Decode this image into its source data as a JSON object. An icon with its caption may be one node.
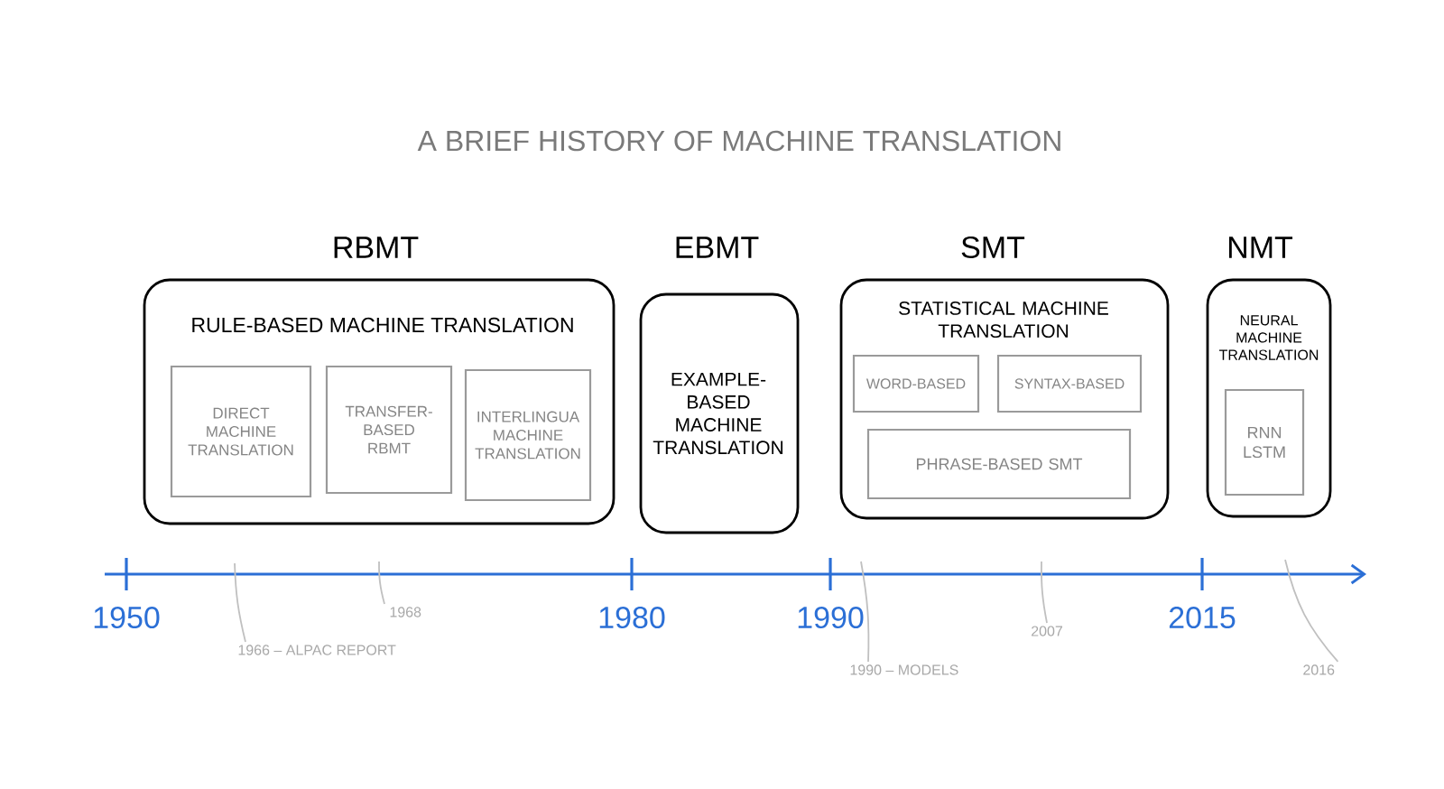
{
  "diagram": {
    "title": "A BRIEF HISTORY OF MACHINE TRANSLATION",
    "nodes": [
      {
        "text": [
          "RBMT",
          "RULE-BASED MACHINE TRANSLATION"
        ]
      },
      {
        "text": [
          "DIRECT MACHINE TRANSLATION"
        ],
        "in": 0
      },
      {
        "text": [
          "TRANSFER-BASED RBMT"
        ],
        "in": 0
      },
      {
        "text": [
          "INTERLINGUA MACHINE TRANSLATION"
        ],
        "in": 0
      },
      {
        "text": [
          "EBMT",
          "EXAMPLE-BASED MACHINE TRANSLATION"
        ]
      },
      {
        "text": [
          "SMT",
          "STATISTICAL MACHINE TRANSLATION"
        ]
      },
      {
        "text": [
          "WORD-BASED"
        ],
        "in": 5
      },
      {
        "text": [
          "SYNTAX-BASED"
        ],
        "in": 5
      },
      {
        "text": [
          "PHRASE-BASED SMT"
        ],
        "in": 5
      },
      {
        "text": [
          "NMT",
          "NEURAL MACHINE TRANSLATION"
        ]
      },
      {
        "text": [
          "RNN LSTM"
        ],
        "in": 9
      },
      {
        "text": [
          "1966 – ALPAC REPORT"
        ]
      },
      {
        "text": [
          "1968"
        ]
      },
      {
        "text": [
          "1990 – MODELS"
        ]
      },
      {
        "text": [
          "2007"
        ]
      },
      {
        "text": [
          "2016"
        ]
      }
    ],
    "edges": [
      {
        "from": 11,
        "to": null,
        "arrow": "none"
      },
      {
        "from": 12,
        "to": null,
        "arrow": "none"
      },
      {
        "from": 13,
        "to": null,
        "arrow": "none"
      },
      {
        "from": 14,
        "to": null,
        "arrow": "none"
      },
      {
        "from": 15,
        "to": null,
        "arrow": "none"
      }
    ],
    "labels": [
      "1950",
      "1980",
      "1990",
      "2015"
    ]
  }
}
